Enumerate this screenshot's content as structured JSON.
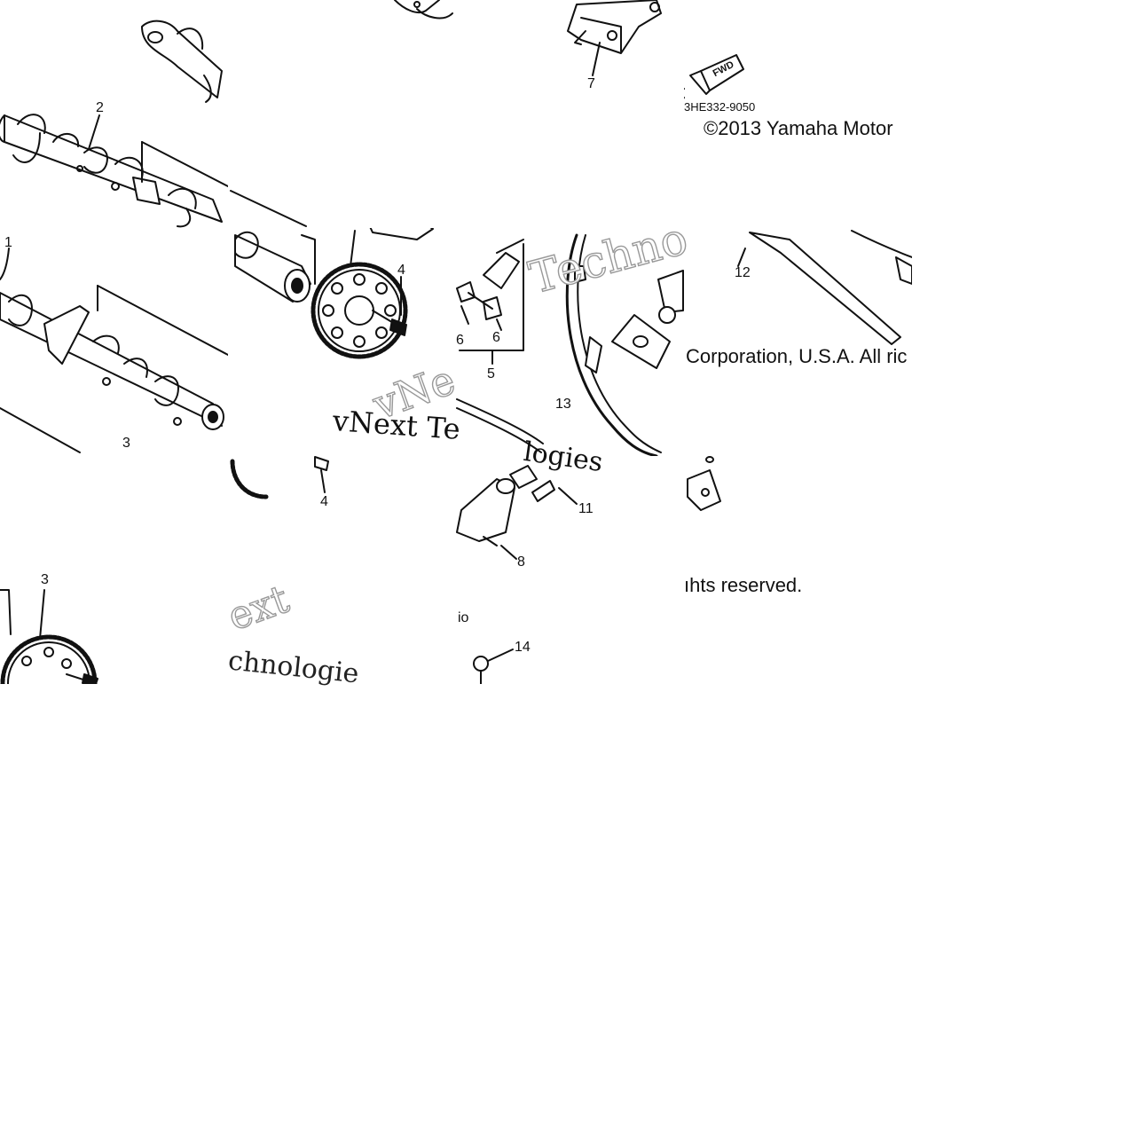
{
  "diagram": {
    "part_code": "3HE332-9050",
    "copyright_line1": "©2013 Yamaha Motor",
    "copyright_line2": "Corporation, U.S.A. All ric",
    "copyright_line3": "ıhts reserved.",
    "fwd_label": "FWD",
    "callouts": {
      "c1": "1",
      "c2": "2",
      "c3_top": "3",
      "c3_bottom": "3",
      "c4_top": "4",
      "c4_bottom": "4",
      "c5": "5",
      "c6_left": "6",
      "c6_right": "6",
      "c7": "7",
      "c8": "8",
      "c11": "11",
      "c12": "12",
      "c13": "13",
      "c14": "14",
      "c_io": "io"
    },
    "watermarks": {
      "w1": "vNext Te",
      "w2": "Techno",
      "w3": "ext",
      "w4": "chnologie",
      "w5": "vNe",
      "w6": "logies"
    }
  }
}
